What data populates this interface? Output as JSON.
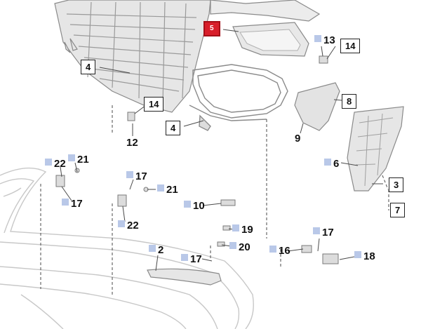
{
  "diagram": {
    "labels": {
      "n5": "5",
      "n13": "13",
      "n14a": "14",
      "n4a": "4",
      "n14b": "14",
      "n8": "8",
      "n4b": "4",
      "n12": "12",
      "n9": "9",
      "n6": "6",
      "n22a": "22",
      "n21a": "21",
      "n17a": "17",
      "n17b": "17",
      "n21b": "21",
      "n3": "3",
      "n22b": "22",
      "n10": "10",
      "n7": "7",
      "n19": "19",
      "n17c": "17",
      "n2": "2",
      "n20": "20",
      "n16": "16",
      "n17d": "17",
      "n18": "18"
    },
    "colors": {
      "line": "#4a4a4a",
      "part_fill": "#e3e3e3",
      "part_stroke": "#8a8a8a",
      "highlight": "#d81e2a",
      "marker": "#b9c8e8"
    }
  }
}
